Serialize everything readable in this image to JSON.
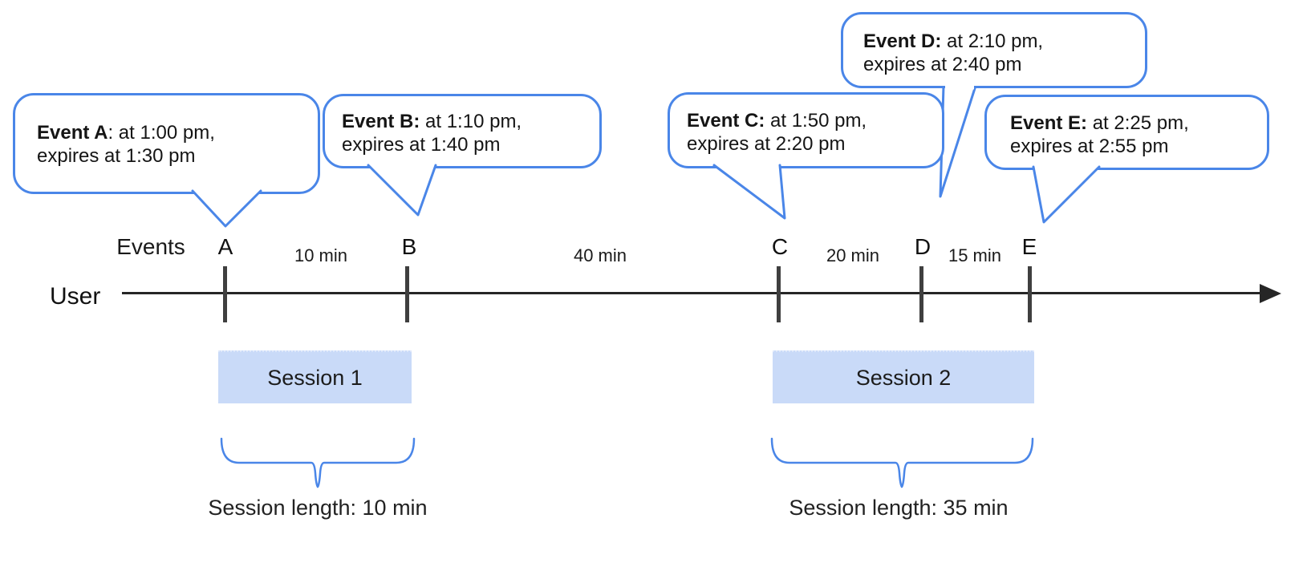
{
  "diagram": {
    "user_label": "User",
    "events_label": "Events",
    "timeline": {
      "event_labels": [
        "A",
        "B",
        "C",
        "D",
        "E"
      ],
      "gap_labels": [
        "10 min",
        "40 min",
        "20 min",
        "15 min"
      ]
    },
    "bubbles": [
      {
        "event": "A",
        "bold": "Event A",
        "rest": ": at 1:00 pm,",
        "line2": "expires at 1:30 pm"
      },
      {
        "event": "B",
        "bold": "Event B:",
        "rest": " at 1:10 pm,",
        "line2": "expires at 1:40 pm"
      },
      {
        "event": "C",
        "bold": "Event C:",
        "rest": " at 1:50 pm,",
        "line2": "expires at 2:20 pm"
      },
      {
        "event": "D",
        "bold": "Event D:",
        "rest": " at 2:10 pm,",
        "line2": "expires at 2:40 pm"
      },
      {
        "event": "E",
        "bold": "Event E:",
        "rest": " at 2:25 pm,",
        "line2": "expires at 2:55 pm"
      }
    ],
    "sessions": [
      {
        "label": "Session 1",
        "length_label": "Session length: 10 min"
      },
      {
        "label": "Session 2",
        "length_label": "Session length: 35 min"
      }
    ],
    "colors": {
      "accent_blue": "#4a86e8",
      "session_fill": "#c9daf8",
      "timeline_black": "#262626"
    }
  }
}
